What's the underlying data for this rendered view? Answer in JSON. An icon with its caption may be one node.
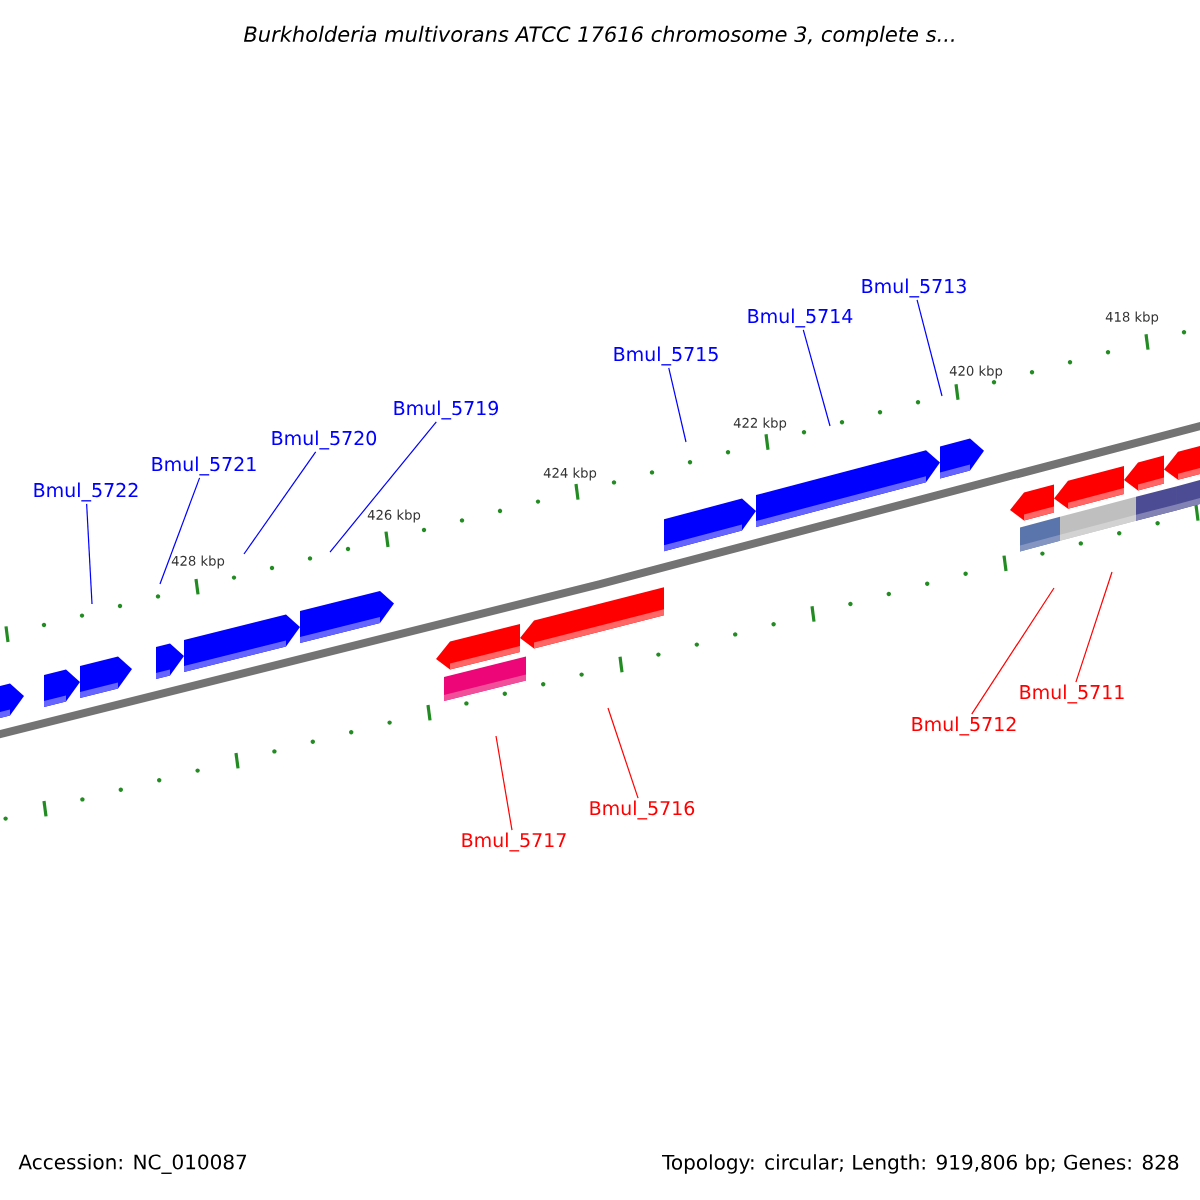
{
  "diagram": {
    "title": "Burkholderia multivorans ATCC 17616 chromosome 3, complete s...",
    "nodes": [
      {
        "text": [
          "Bmul_5713"
        ]
      },
      {
        "text": [
          "Bmul_5714"
        ]
      },
      {
        "text": [
          "Bmul_5715"
        ]
      },
      {
        "text": [
          "Bmul_5719"
        ]
      },
      {
        "text": [
          "Bmul_5720"
        ]
      },
      {
        "text": [
          "Bmul_5721"
        ]
      },
      {
        "text": [
          "Bmul_5722"
        ]
      },
      {
        "text": [
          "Bmul_5711"
        ]
      },
      {
        "text": [
          "Bmul_5712"
        ]
      },
      {
        "text": [
          "Bmul_5716"
        ]
      },
      {
        "text": [
          "Bmul_5717"
        ]
      }
    ],
    "edges": [
      {
        "from": 0,
        "to": null,
        "arrow": "none"
      },
      {
        "from": 1,
        "to": null,
        "arrow": "none"
      },
      {
        "from": 2,
        "to": null,
        "arrow": "none"
      },
      {
        "from": 3,
        "to": null,
        "arrow": "none"
      },
      {
        "from": 4,
        "to": null,
        "arrow": "none"
      },
      {
        "from": 5,
        "to": null,
        "arrow": "none"
      },
      {
        "from": 6,
        "to": null,
        "arrow": "none"
      },
      {
        "from": 7,
        "to": null,
        "arrow": "none",
        "color": "#ff0000"
      },
      {
        "from": 8,
        "to": null,
        "arrow": "none",
        "color": "#ff0000"
      },
      {
        "from": 9,
        "to": null,
        "arrow": "none",
        "color": "#ff0000"
      },
      {
        "from": 10,
        "to": null,
        "arrow": "none",
        "color": "#ff0000"
      }
    ],
    "labels": [
      "418 kbp",
      "420 kbp",
      "422 kbp",
      "424 kbp",
      "426 kbp",
      "428 kbp",
      "Accession: NC_010087",
      "Topology: circular; Length: 919,806 bp; Genes: 828"
    ]
  }
}
